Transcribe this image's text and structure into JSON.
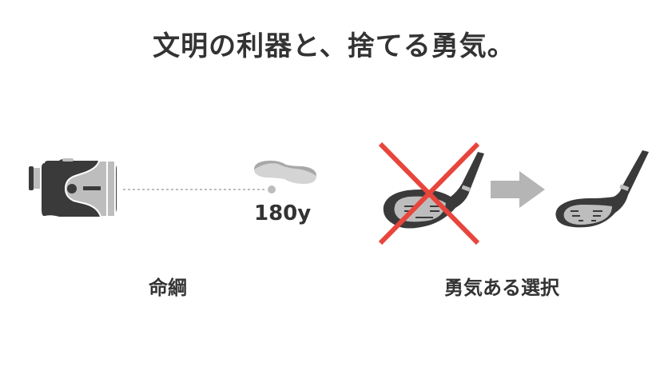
{
  "title": "文明の利器と、捨てる勇気。",
  "left_panel": {
    "icon": "rangefinder-icon",
    "distance_label": "180y",
    "target_icon": "green-icon",
    "caption": "命綱"
  },
  "right_panel": {
    "crossed_icon": "driver-club-icon",
    "cross_mark_icon": "red-x-icon",
    "arrow_icon": "arrow-right-icon",
    "result_icon": "fairway-wood-club-icon",
    "caption": "勇気ある選択"
  },
  "colors": {
    "text": "#333333",
    "dark_gray": "#3a3a3a",
    "light_gray": "#bdbdbd",
    "cross_red": "#e8453c",
    "arrow_gray": "#b5b5b5"
  }
}
